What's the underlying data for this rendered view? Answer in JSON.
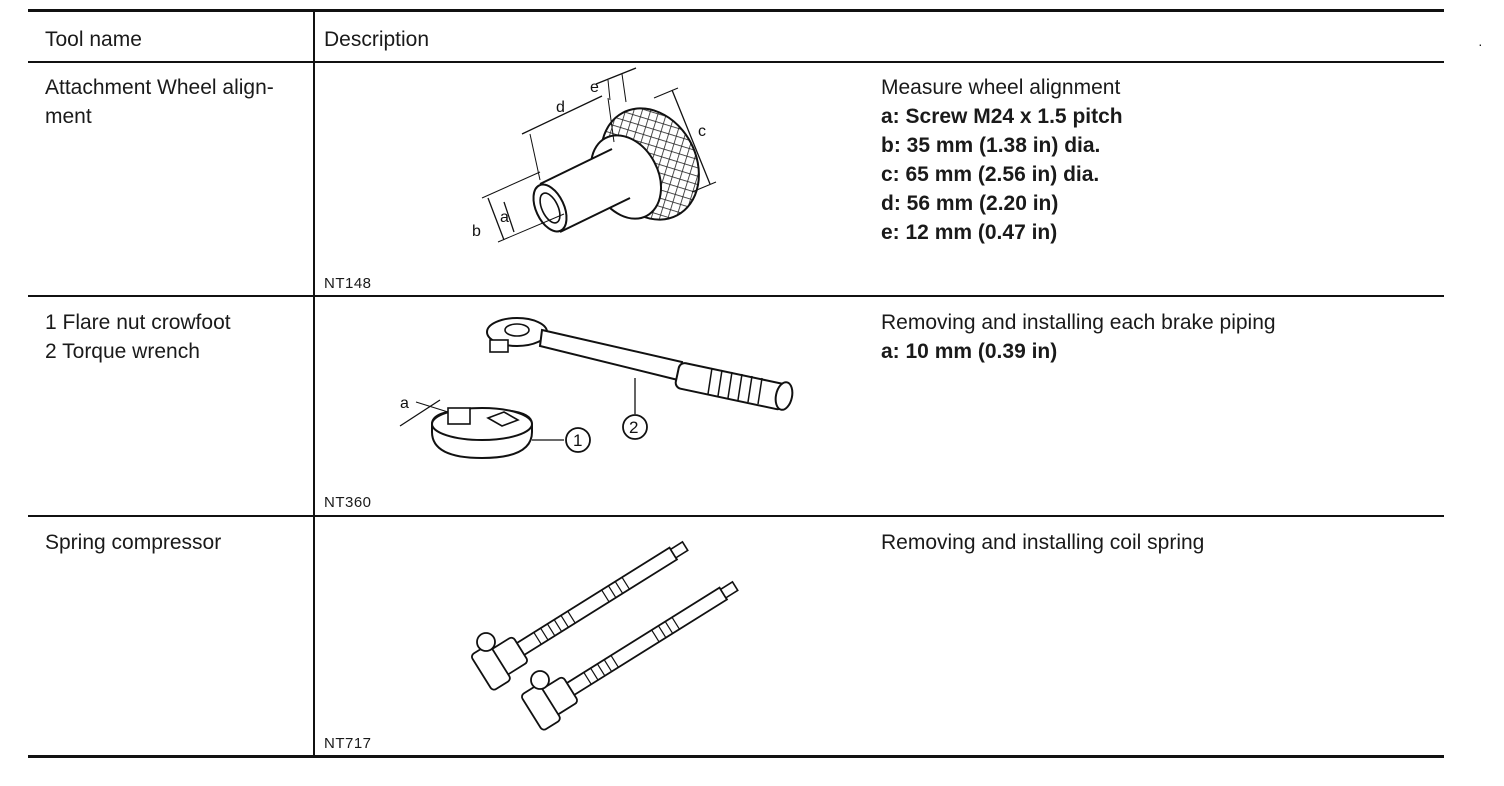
{
  "header": {
    "tool_name": "Tool name",
    "description": "Description"
  },
  "rows": [
    {
      "tool_lines": [
        "Attachment Wheel align-",
        "ment"
      ],
      "figure_code": "NT148",
      "figure_labels": [
        "a",
        "b",
        "c",
        "d",
        "e"
      ],
      "description_title": "Measure wheel alignment",
      "specs": [
        "a: Screw M24 x 1.5 pitch",
        "b: 35 mm (1.38 in) dia.",
        "c: 65 mm (2.56 in) dia.",
        "d: 56 mm (2.20 in)",
        "e: 12 mm (0.47 in)"
      ]
    },
    {
      "tool_lines": [
        "1 Flare nut crowfoot",
        "2 Torque wrench"
      ],
      "figure_code": "NT360",
      "figure_labels": [
        "a",
        "1",
        "2"
      ],
      "description_title": "Removing and installing each brake piping",
      "specs": [
        "a: 10 mm (0.39 in)"
      ]
    },
    {
      "tool_lines": [
        "Spring compressor"
      ],
      "figure_code": "NT717",
      "figure_labels": [],
      "description_title": "Removing and installing coil spring",
      "specs": []
    }
  ]
}
